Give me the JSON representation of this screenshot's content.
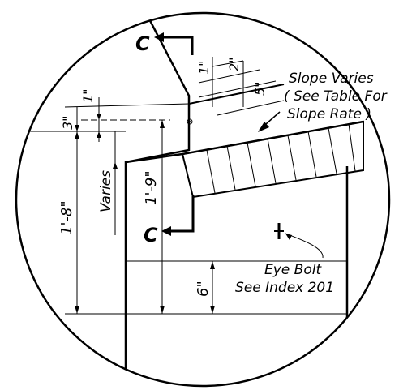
{
  "section_marks": {
    "top": "C",
    "bottom": "C"
  },
  "dimensions": {
    "top_1in": "1\"",
    "top_2in": "2\"",
    "top_5in": "5\"",
    "left_1in": "1\"",
    "left_3in": "3\"",
    "left_1ft8in": "1'-8\"",
    "varies": "Varies",
    "center_1ft9in": "1'-9\"",
    "bottom_6in": "6\""
  },
  "notes": {
    "slope_line1": "Slope Varies",
    "slope_line2": "( See Table For",
    "slope_line3": "Slope Rate )",
    "eyebolt_line1": "Eye Bolt",
    "eyebolt_line2": "See Index 201"
  }
}
